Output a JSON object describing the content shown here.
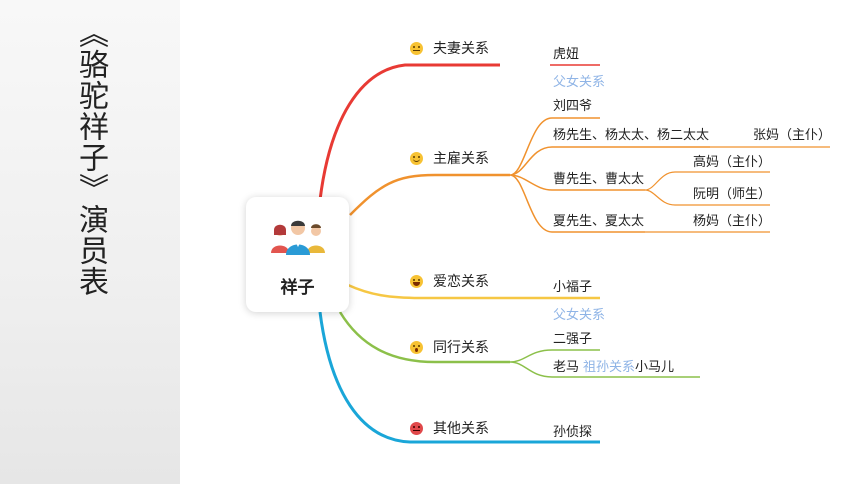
{
  "page": {
    "title": "《骆驼祥子》演员表"
  },
  "center": {
    "label": "祥子",
    "icon": "people-group-icon"
  },
  "colors": {
    "red": "#e83a34",
    "orange": "#f0922e",
    "yellow": "#f6c744",
    "green": "#8cc04a",
    "blue": "#1aa6d8",
    "relation_label": "#8fb4e6"
  },
  "branches": [
    {
      "label": "夫妻关系",
      "icon": "neutral-face-icon",
      "leaves": [
        "虎妞"
      ]
    },
    {
      "label": "主雇关系",
      "icon": "smile-face-icon",
      "relation": "父女关系",
      "leaves": [
        "刘四爷",
        "杨先生、杨太太、杨二太太",
        "曹先生、曹太太",
        "夏先生、夏太太"
      ],
      "sub": {
        "yang": "张妈（主仆）",
        "cao_1": "高妈（主仆）",
        "cao_2": "阮明（师生）",
        "xia": "杨妈（主仆）"
      }
    },
    {
      "label": "爱恋关系",
      "icon": "laugh-face-icon",
      "leaves": [
        "小福子"
      ]
    },
    {
      "label": "同行关系",
      "icon": "surprised-face-icon",
      "relation": "父女关系",
      "leaves": [
        "二强子",
        "老马"
      ],
      "grand_relation": "祖孙关系",
      "grand_leaf": "小马儿"
    },
    {
      "label": "其他关系",
      "icon": "angry-face-icon",
      "leaves": [
        "孙侦探"
      ]
    }
  ]
}
